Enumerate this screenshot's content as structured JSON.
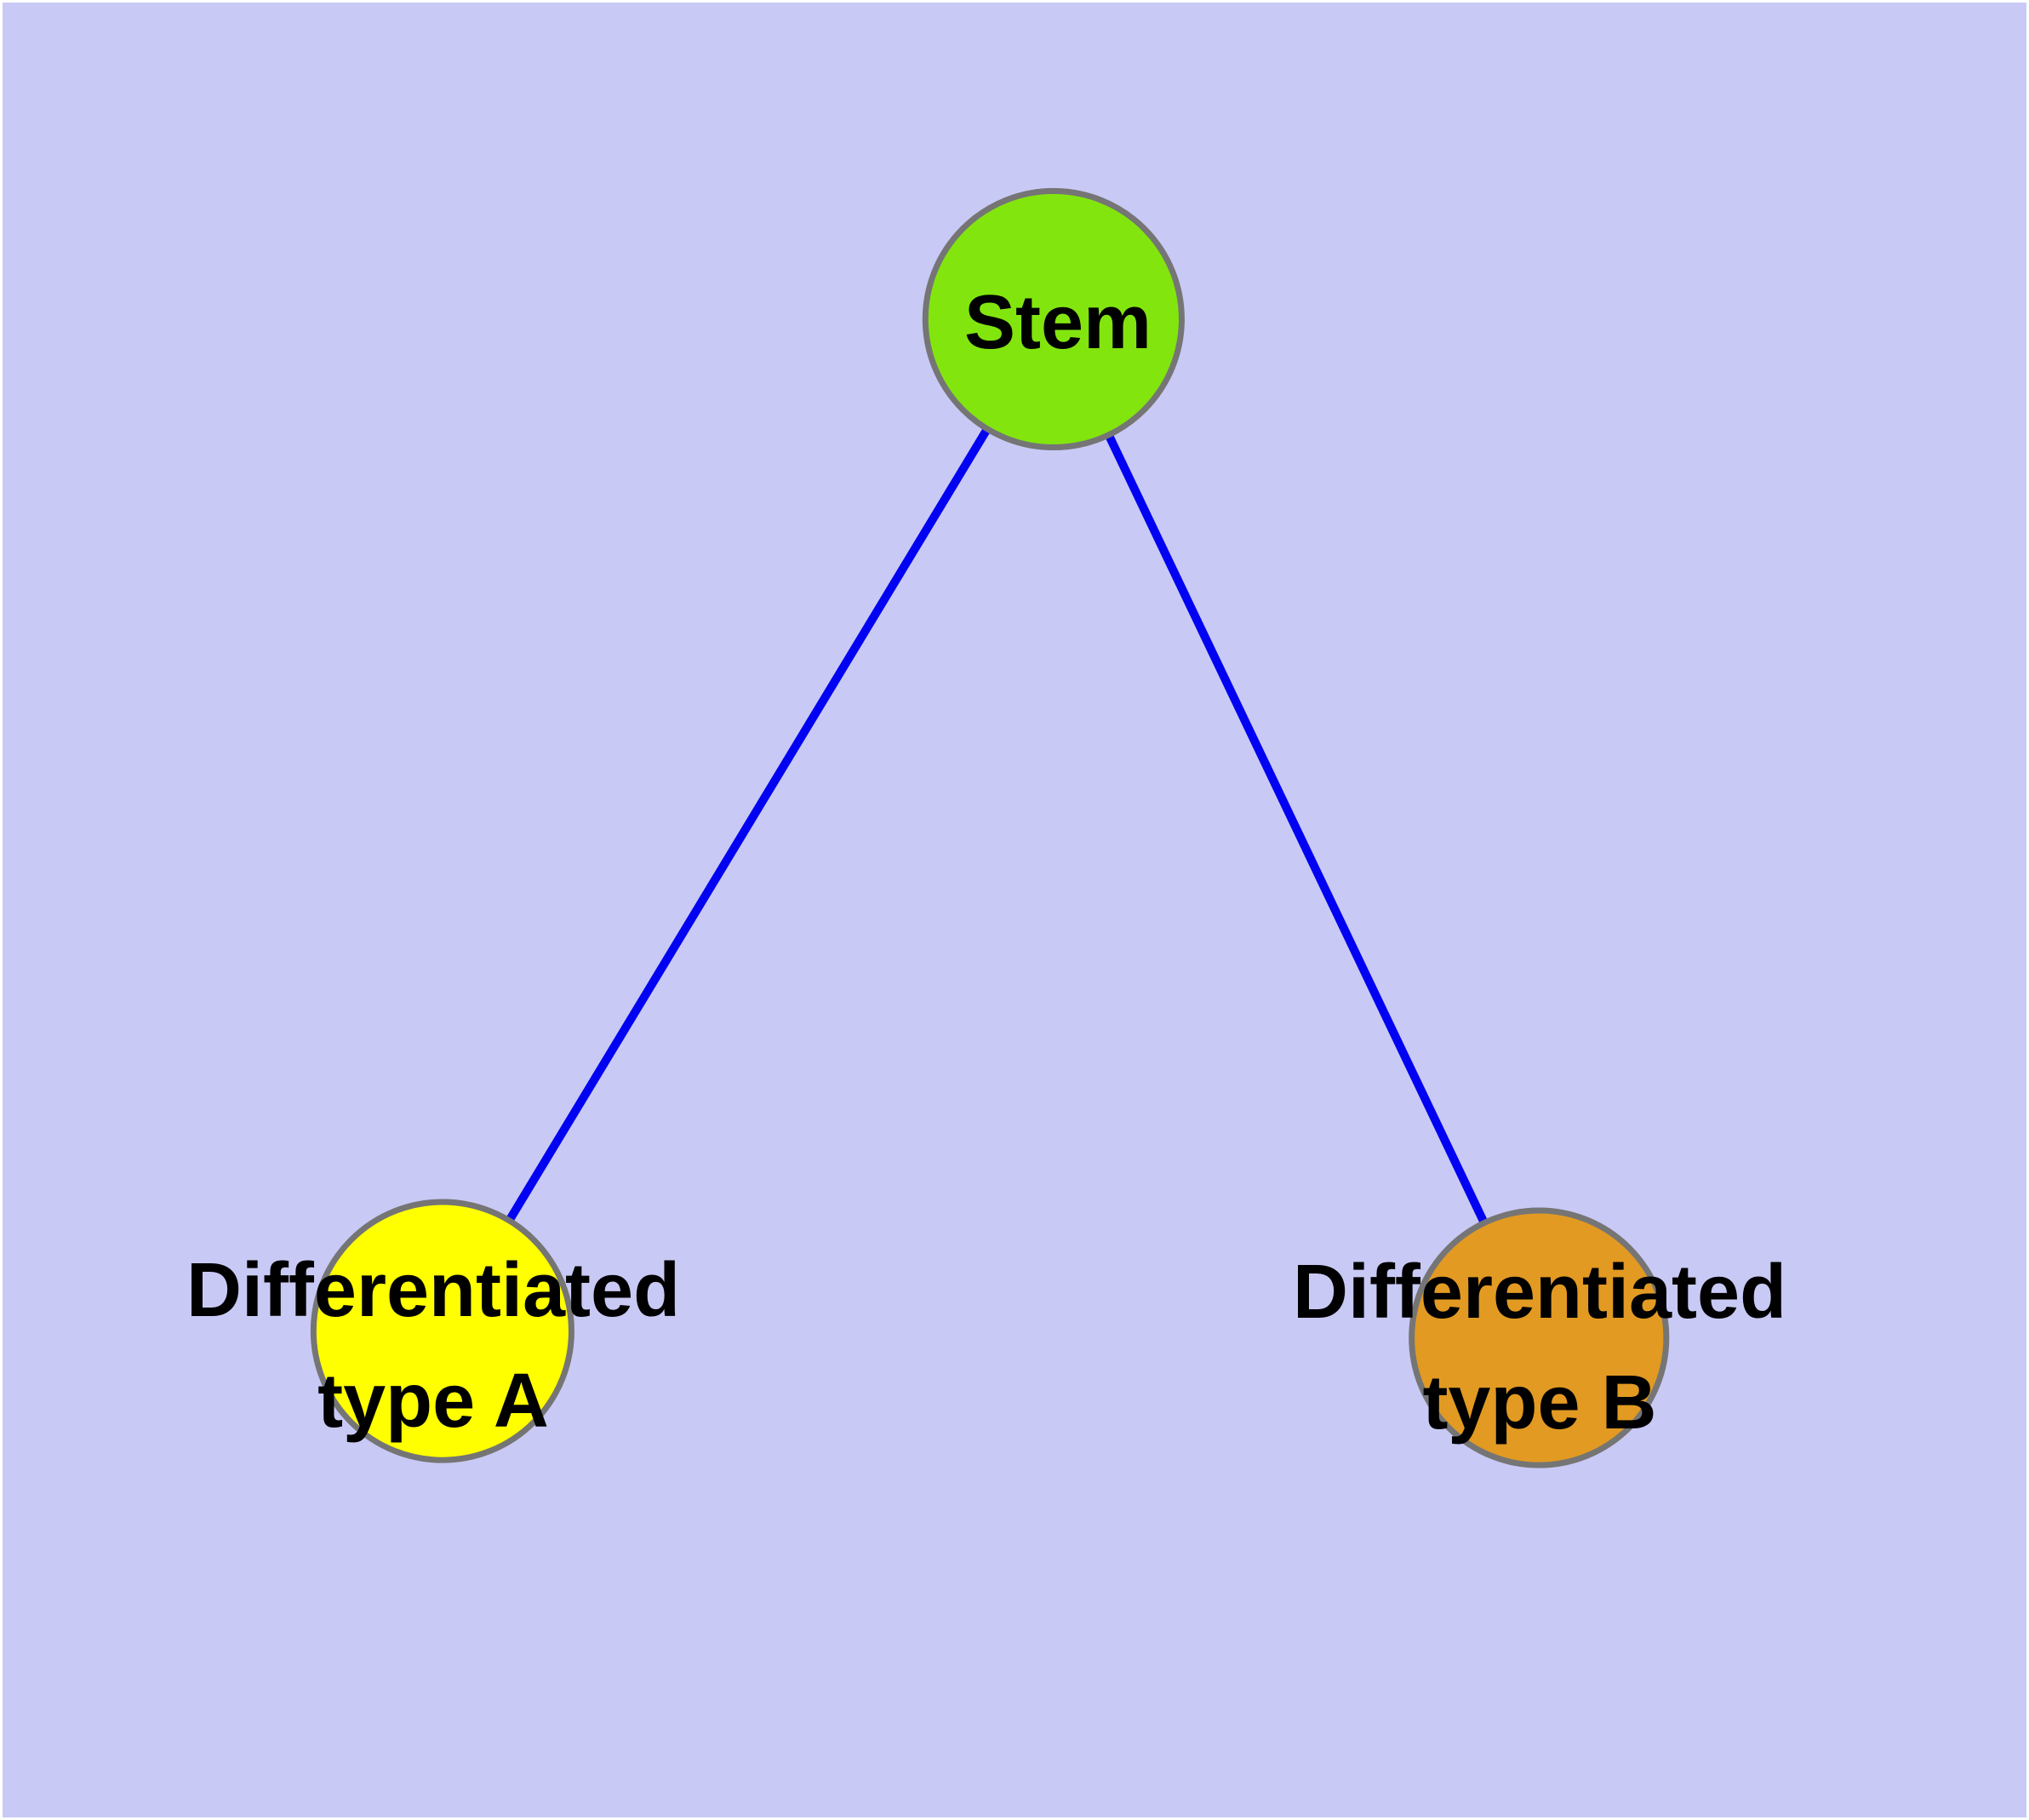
{
  "figure": {
    "background": "#c9c9f5",
    "frame": "#ffffff",
    "edge_color": "#0202f2",
    "node_border_color": "#757575",
    "label_color": "#000000"
  },
  "nodes": {
    "stem": {
      "label": "Stem",
      "fill": "#82e60e"
    },
    "typeA": {
      "label_line1": "Differentiated",
      "label_line2": "type A",
      "fill": "#ffff00"
    },
    "typeB": {
      "label_line1": "Differentiated",
      "label_line2": "type B",
      "fill": "#e29a22"
    }
  },
  "edges": [
    {
      "from": "Stem",
      "to": "Differentiated type A"
    },
    {
      "from": "Stem",
      "to": "Differentiated type B"
    }
  ]
}
